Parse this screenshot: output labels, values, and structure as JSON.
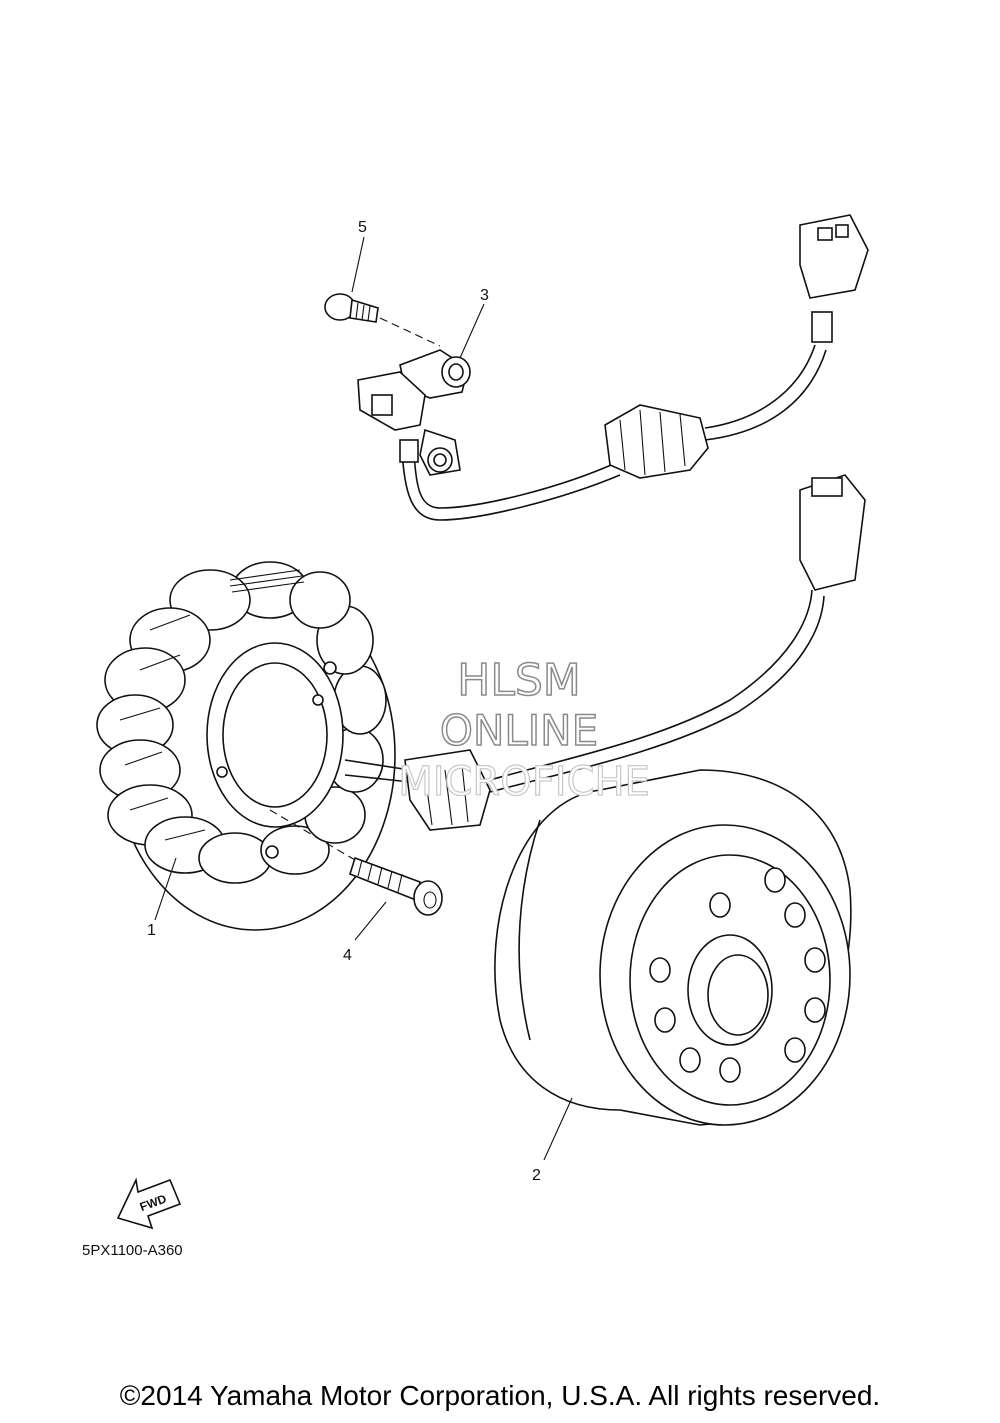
{
  "diagram": {
    "part_code": "5PX1100-A360",
    "fwd_label": "FWD",
    "callouts": [
      "1",
      "2",
      "3",
      "4",
      "5"
    ]
  },
  "watermark": {
    "line1": "HLSM",
    "line2": "ONLINE",
    "line3": "MICROFICHE"
  },
  "copyright": "©2014 Yamaha Motor Corporation, U.S.A. All rights reserved."
}
